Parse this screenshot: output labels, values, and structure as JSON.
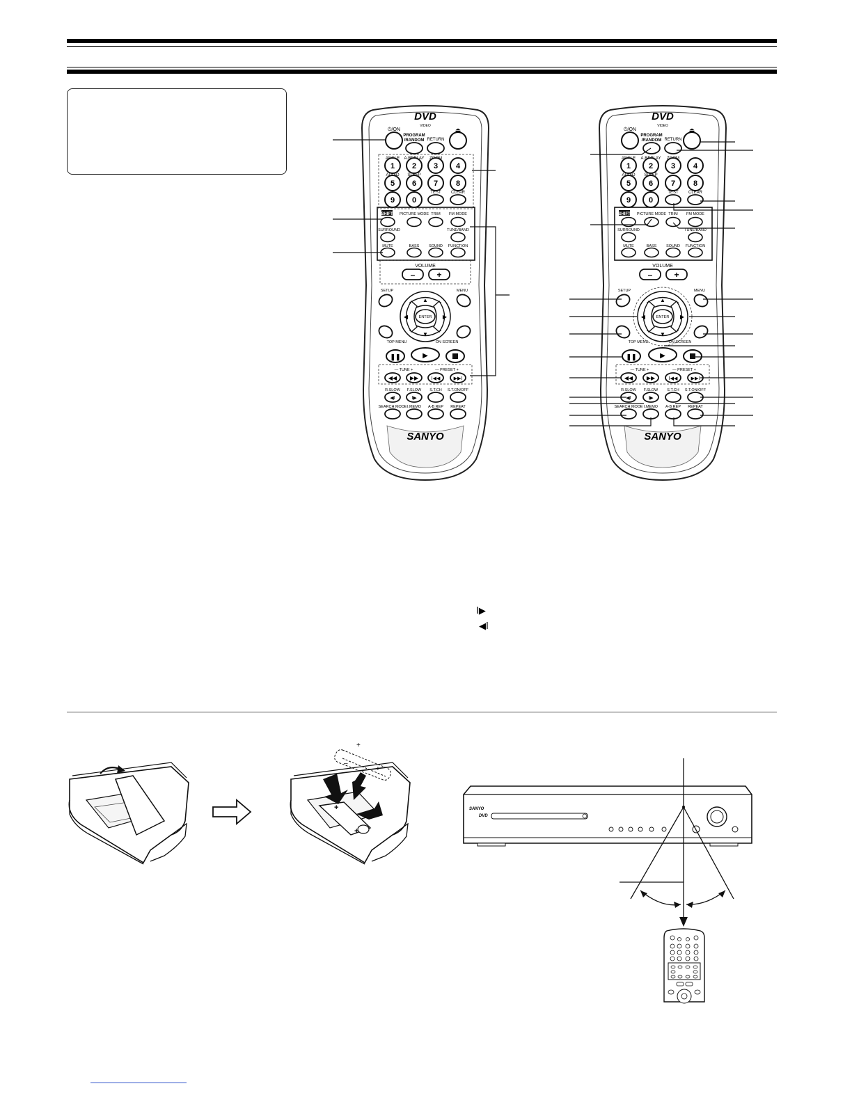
{
  "remote": {
    "brand": "SANYO",
    "dvd_logo": "DVD",
    "video_text": "VIDEO",
    "power": "⏻/ON",
    "program_random": [
      "PROGRAM",
      "/RANDOM"
    ],
    "return": "RETURN",
    "eject": "⏏",
    "num_labels": [
      "ANGLE",
      "A.REPLAY",
      "ZOOM",
      "AUDIO",
      "SLEEP",
      "TEST",
      "CLEAR"
    ],
    "num_keys": [
      "1",
      "2",
      "3",
      "4",
      "5",
      "6",
      "7",
      "8",
      "9",
      "0"
    ],
    "shift": "SHIFT",
    "picture_mode": "PICTURE MODE",
    "trim": "TRIM",
    "fm_mode": "FM MODE",
    "surround": "SURROUND",
    "tune_band": "TUNE/BAND",
    "mute": "MUTE",
    "bass": "BASS",
    "sound": "SOUND",
    "function": "FUNCTION",
    "volume": "VOLUME",
    "vol_minus": "–",
    "vol_plus": "+",
    "setup": "SETUP",
    "menu": "MENU",
    "enter": "ENTER",
    "top_menu": "TOP MENU",
    "on_screen": "ON SCREEN",
    "tune_group": "— TUNE +",
    "preset_group": "— PRESET +",
    "r_slow": "R.SLOW",
    "f_slow": "F.SLOW",
    "st_ch": "S.T.CH",
    "st_onoff": "S.T.ON/OFF",
    "search_mode": "SEARCH MODE",
    "i_memo": "I.MEMO",
    "ab_rep": "A-B REP",
    "repeat": "REPEAT"
  },
  "symbols": {
    "f_slow_symbol": "I▶",
    "r_slow_symbol": "◀I"
  },
  "player": {
    "brand": "SANYO",
    "dvd": "DVD"
  }
}
